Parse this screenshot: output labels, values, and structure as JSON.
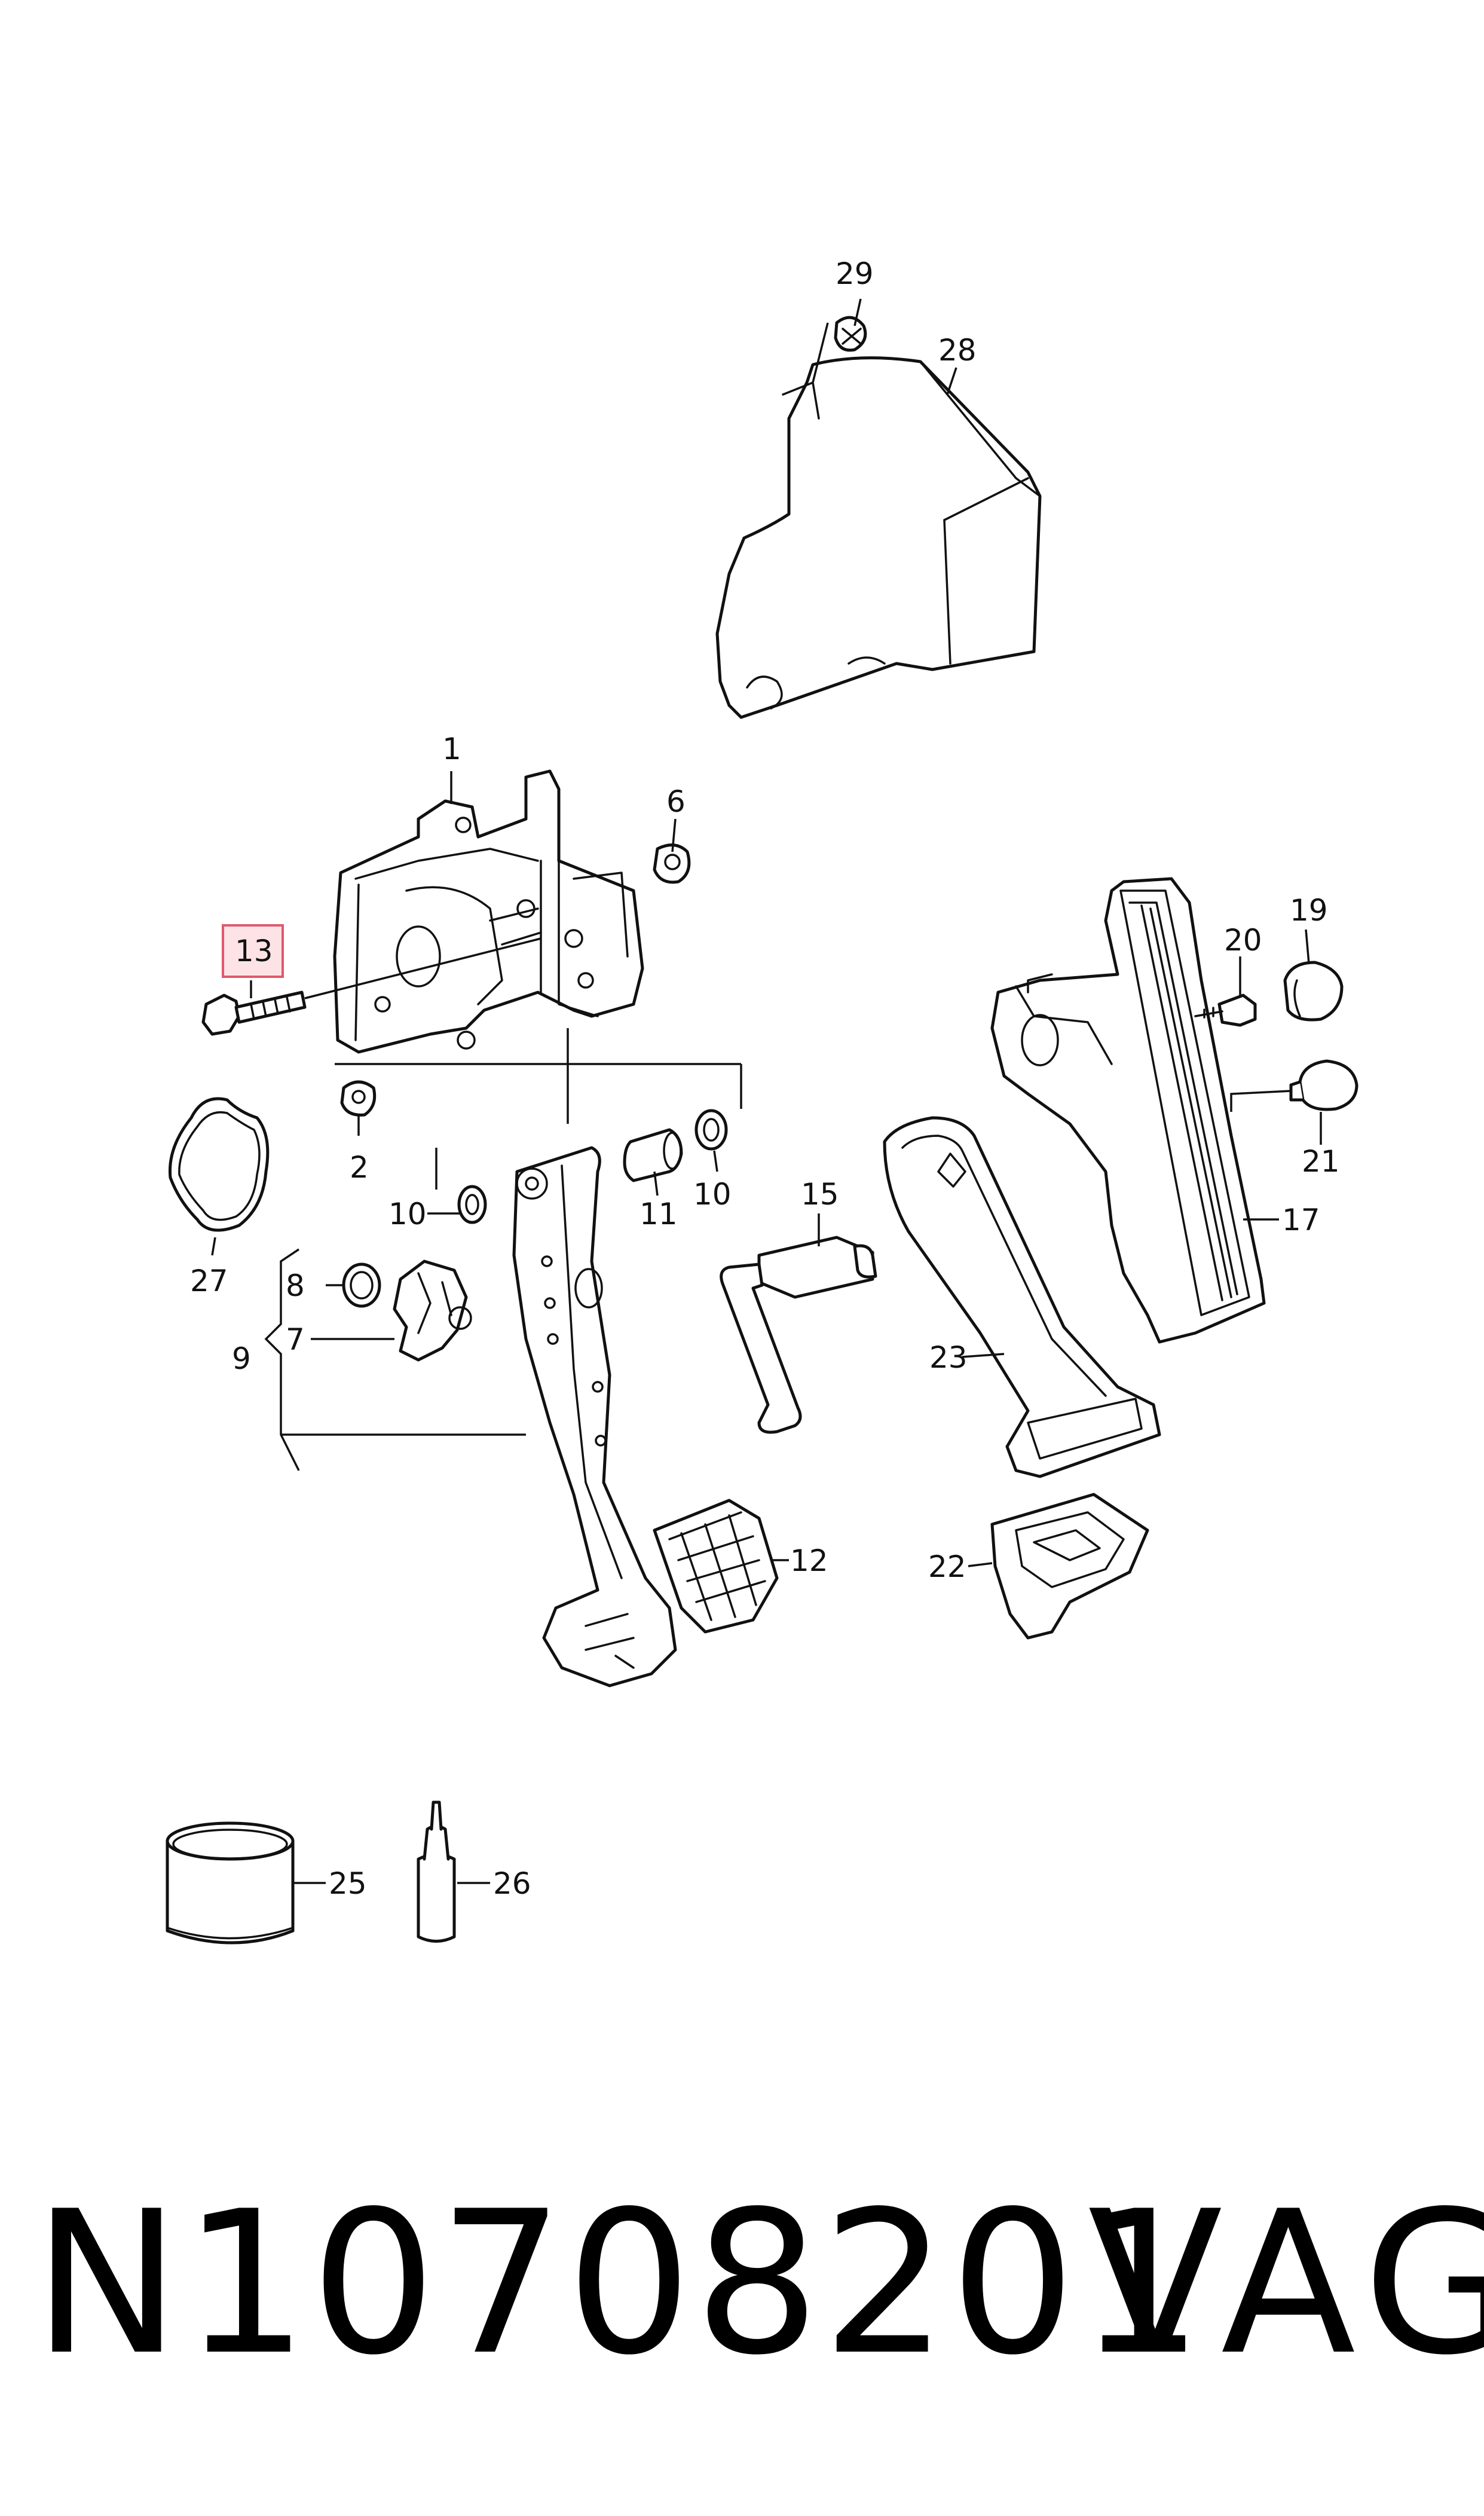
{
  "diagram": {
    "callouts": [
      "1",
      "2",
      "6",
      "7",
      "8",
      "9",
      "10",
      "10",
      "11",
      "12",
      "13",
      "15",
      "17",
      "19",
      "20",
      "21",
      "22",
      "23",
      "25",
      "26",
      "27",
      "28",
      "29"
    ],
    "highlighted_callout": "13",
    "highlight_color": "#fde3e6",
    "highlight_border_color": "#e0596c"
  },
  "footer": {
    "part_number": "N10708201",
    "brand": "VAG"
  }
}
